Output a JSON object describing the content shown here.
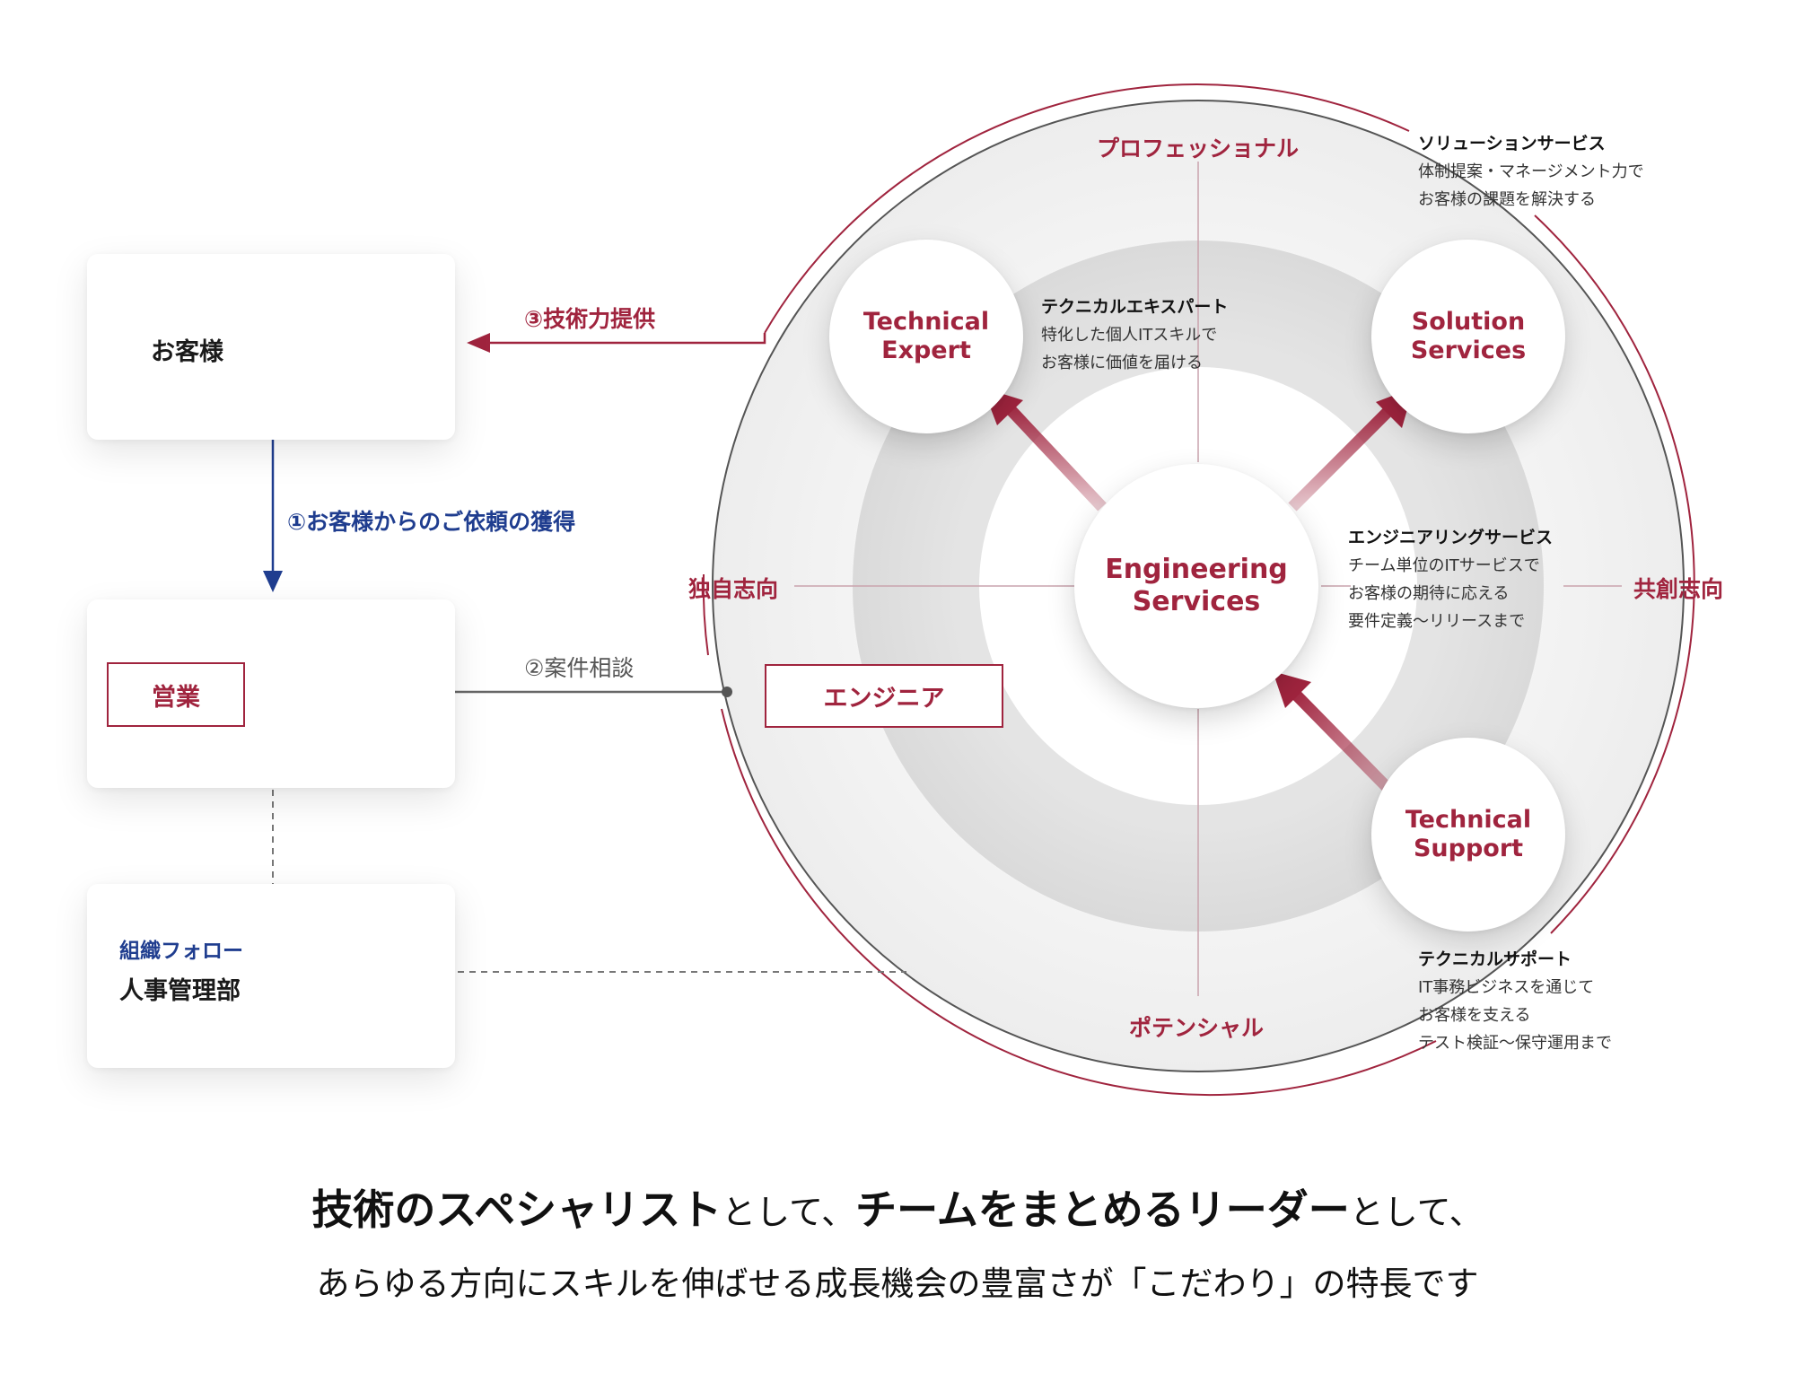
{
  "customer": {
    "label": "お客様"
  },
  "sales": {
    "label": "営業"
  },
  "hr": {
    "tag": "組織フォロー",
    "label": "人事管理部"
  },
  "engineer": {
    "label": "エンジニア"
  },
  "flows": {
    "step1": "①お客様からのご依頼の獲得",
    "step2": "②案件相談",
    "step3": "③技術力提供"
  },
  "axes": {
    "top": "プロフェッショナル",
    "bottom": "ポテンシャル",
    "left": "独自志向",
    "right": "共創志向"
  },
  "nodes": {
    "center": {
      "line1": "Engineering",
      "line2": "Services"
    },
    "expert": {
      "line1": "Technical",
      "line2": "Expert"
    },
    "solution": {
      "line1": "Solution",
      "line2": "Services"
    },
    "support": {
      "line1": "Technical",
      "line2": "Support"
    }
  },
  "descriptions": {
    "expert": {
      "title": "テクニカルエキスパート",
      "line1": "特化した個人ITスキルで",
      "line2": "お客様に価値を届ける"
    },
    "solution": {
      "title": "ソリューションサービス",
      "line1": "体制提案・マネージメント力で",
      "line2": "お客様の課題を解決する"
    },
    "engineering": {
      "title": "エンジニアリングサービス",
      "line1": "チーム単位のITサービスで",
      "line2": "お客様の期待に応える",
      "line3": "要件定義〜リリースまで"
    },
    "support": {
      "title": "テクニカルサポート",
      "line1": "IT事務ビジネスを通じて",
      "line2": "お客様を支える",
      "line3": "テスト検証〜保守運用まで"
    }
  },
  "headline": {
    "line1_a": "技術のスペシャリスト",
    "line1_b": "として、",
    "line1_c": "チームをまとめるリーダー",
    "line1_d": "として、",
    "line2": "あらゆる方向にスキルを伸ばせる成長機会の豊富さが「こだわり」の特長です"
  },
  "colors": {
    "accent": "#a0243e",
    "navy": "#1f3d8f"
  },
  "icons": [
    "customers-seated-icon",
    "business-handshake-icon",
    "shield-icon"
  ]
}
